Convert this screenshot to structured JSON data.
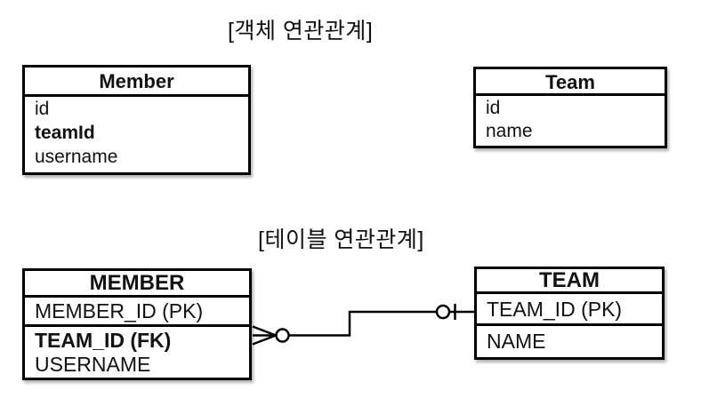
{
  "object_diagram": {
    "title": "[객체 연관관계]",
    "member_entity": {
      "name": "Member",
      "fields": [
        {
          "label": "id"
        },
        {
          "label": "teamId"
        },
        {
          "label": "username"
        }
      ]
    },
    "team_entity": {
      "name": "Team",
      "fields": [
        {
          "label": "id"
        },
        {
          "label": "name"
        }
      ]
    }
  },
  "table_diagram": {
    "title": "[테이블 연관관계]",
    "member_table": {
      "name": "MEMBER",
      "columns": [
        {
          "label": "MEMBER_ID (PK)"
        },
        {
          "label": "TEAM_ID (FK)"
        },
        {
          "label": "USERNAME"
        }
      ]
    },
    "team_table": {
      "name": "TEAM",
      "columns": [
        {
          "label": "TEAM_ID (PK)"
        },
        {
          "label": "NAME"
        }
      ]
    },
    "relationship": {
      "member_end": "zero-or-many",
      "team_end": "zero-or-one"
    }
  },
  "colors": {
    "line": "#000000",
    "text": "#111111",
    "box_background": "#ffffff",
    "page_background": "#ffffff"
  }
}
